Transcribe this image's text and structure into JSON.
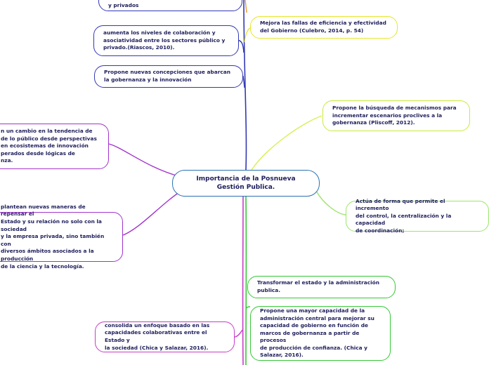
{
  "center": {
    "title": "Importancia de la Posnueva\nGestión Publica."
  },
  "nodes": [
    {
      "id": "top-cut",
      "text": "y privados"
    },
    {
      "id": "colaboracion",
      "text": "aumenta los  niveles de colaboración y\nasociatividad entre los sectores público y\nprivado.(Riascos, 2010)."
    },
    {
      "id": "nuevas-concepciones",
      "text": "Propone nuevas concepciones que abarcan\nla gobernanza y la innovación"
    },
    {
      "id": "cambio-tendencia",
      "text": "n un cambio en la tendencia de\nde lo público desde perspectivas\nen ecosistemas de innovación\nperados desde lógicas de\nnza."
    },
    {
      "id": "nuevas-maneras",
      "text": "plantean nuevas maneras de repensar el\nEstado y su relación no solo con la sociedad\ny la empresa privada, sino también con\ndiversos ámbitos asociados a la producción\nde la ciencia y la tecnología."
    },
    {
      "id": "enfoque-colaborativo",
      "text": "consolida un enfoque basado en las\ncapacidades colaborativas entre el Estado y\nla sociedad (Chica y Salazar, 2016)."
    },
    {
      "id": "mejora-fallas",
      "text": "Mejora las fallas  de eficiencia y efectividad\ndel Gobierno (Culebro, 2014, p. 54)"
    },
    {
      "id": "busqueda-mecanismos",
      "text": "Propone la búsqueda de mecanismos para\nincrementar escenarios proclives a la\ngobernanza (Pliscoff, 2012)."
    },
    {
      "id": "actua-forma",
      "text": "Actúa de forma que permite el incremento\ndel control, la centralización y la capacidad\nde coordinación;"
    },
    {
      "id": "transformar-estado",
      "text": "Transformar el estado y la administración\npublica."
    },
    {
      "id": "mayor-capacidad",
      "text": "Propone una mayor capacidad de la\nadministración central para mejorar su\ncapacidad de gobierno en función de\nmarcos de gobernanza a partir de procesos\nde producción de confianza.  (Chica y\nSalazar, 2016)."
    }
  ],
  "colors": {
    "center_border": "#2b72b4",
    "blue_branch": "#3238b6",
    "purple_branch": "#a233cc",
    "yellow_branch": "#e7e62a",
    "green_branch": "#36c836",
    "lightgreen_branch": "#9be66c",
    "yellowgreen_branch": "#c8ea3a",
    "magenta_branch": "#c83cc8",
    "text": "#1d1d5b"
  }
}
